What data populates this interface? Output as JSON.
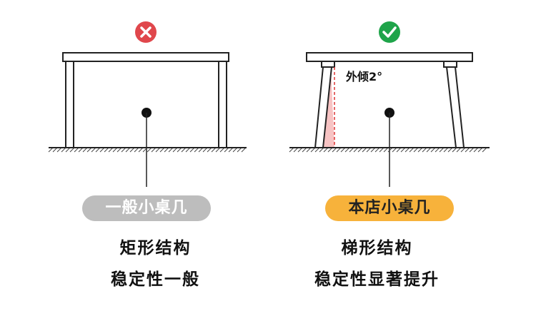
{
  "left": {
    "status_icon": "cross-icon",
    "status_color": "#e0474c",
    "badge_label": "一般小桌几",
    "badge_color": "#bdbdbd",
    "line1": "矩形结构",
    "line2": "稳定性一般"
  },
  "right": {
    "status_icon": "check-icon",
    "status_color": "#1fa44a",
    "badge_label": "本店小桌几",
    "badge_color": "#f7b23b",
    "angle_label": "外倾2°",
    "line1": "梯形结构",
    "line2": "稳定性显著提升"
  }
}
